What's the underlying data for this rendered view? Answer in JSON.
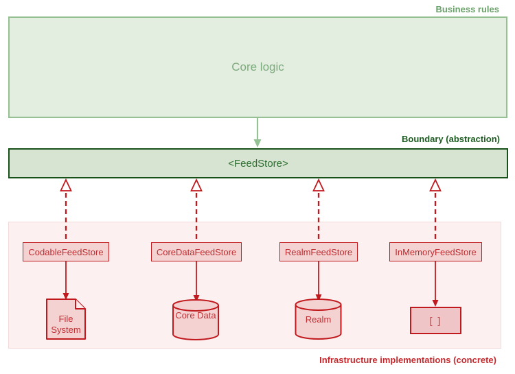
{
  "diagram": {
    "zones": {
      "business_rules_label": "Business rules",
      "boundary_label": "Boundary (abstraction)",
      "infrastructure_label": "Infrastructure implementations (concrete)"
    },
    "core_logic": {
      "label": "Core logic"
    },
    "boundary": {
      "label": "<FeedStore>"
    },
    "implementations": [
      {
        "name": "CodableFeedStore",
        "store_shape": "document",
        "store_label": "File System"
      },
      {
        "name": "CoreDataFeedStore",
        "store_shape": "cylinder",
        "store_label": "Core Data"
      },
      {
        "name": "RealmFeedStore",
        "store_shape": "cylinder",
        "store_label": "Realm"
      },
      {
        "name": "InMemoryFeedStore",
        "store_shape": "rectangle",
        "store_label": "[ ]"
      }
    ],
    "relationships": {
      "core_to_boundary": "dependency-arrow",
      "implementations_to_boundary": "realization-dashed-open-triangle",
      "implementations_to_store": "solid-arrow"
    },
    "colors": {
      "green_zone_label": "#6aa16a",
      "green_box_fill": "#e3ede0",
      "green_box_border": "#95c091",
      "green_text": "#7cab7c",
      "green_arrow": "#95c295",
      "dark_green_border": "#175019",
      "dark_green_label": "#1d5c21",
      "boundary_fill": "#d8e4d2",
      "boundary_text": "#2b6e2e",
      "red_stroke": "#c01a1f",
      "red_text": "#bc2d31",
      "pink_box_fill": "#f5d2d2",
      "panel_fill": "#fcf0f0",
      "infra_label": "#c5282d"
    }
  }
}
